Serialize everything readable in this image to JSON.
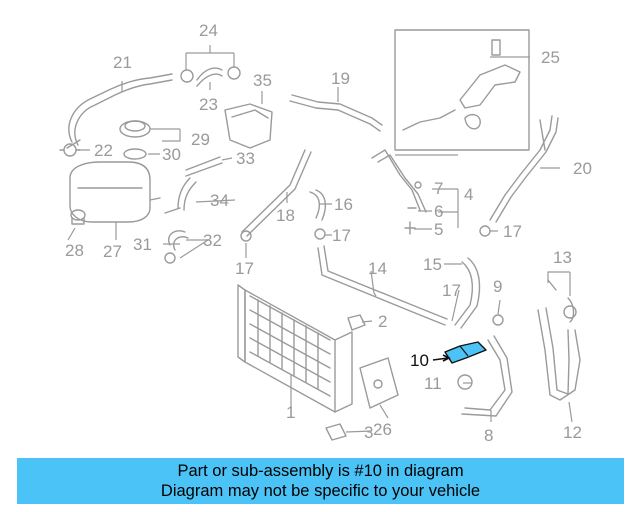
{
  "diagram": {
    "highlight_color": "#4cc3f6",
    "highlighted_part": "10",
    "callouts": [
      "1",
      "2",
      "3",
      "4",
      "5",
      "6",
      "7",
      "8",
      "9",
      "10",
      "11",
      "12",
      "13",
      "14",
      "15",
      "16",
      "17",
      "18",
      "19",
      "20",
      "21",
      "22",
      "23",
      "24",
      "25",
      "26",
      "27",
      "28",
      "29",
      "30",
      "31",
      "32",
      "33",
      "34",
      "35"
    ]
  },
  "banner": {
    "line1": "Part or sub-assembly is #10 in diagram",
    "line2": "Diagram may not be specific to your vehicle",
    "background": "#4cc3f6"
  }
}
